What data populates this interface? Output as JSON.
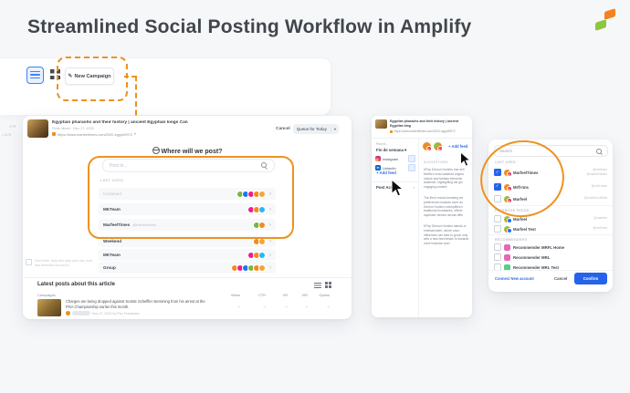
{
  "page": {
    "title": "Streamlined Social Posting Workflow in Amplify"
  },
  "colors": {
    "accent_orange": "#EE9120",
    "accent_blue": "#2563EB",
    "brand_orange": "#F58220",
    "brand_green": "#8DC63F",
    "title_gray": "#41464C"
  },
  "toolbar": {
    "new_campaign_label": "New Campaign"
  },
  "bg_fragment": {
    "ctr": "CTR",
    "value": "1.41%"
  },
  "composer": {
    "article": {
      "title": "Egyptian pharaohs and their history | ancient Egyptian kings Can",
      "byline": "Peter Miceli · Dec 17, 2023",
      "url": "https://www.marfeeltimes.com/2020-egypt/5972"
    },
    "cancel_label": "Cancel",
    "queue_label": "Queue for Today",
    "queue_caret": "▾",
    "heading": "Where will we post?",
    "search_placeholder": "Post in...",
    "section_last_used": "LAST USED",
    "rows": [
      {
        "label": "Unnamed"
      },
      {
        "label": "MKTeam"
      },
      {
        "label": "MarfeelTimes",
        "handle": "@marfeeltimes"
      },
      {
        "label": "Weekend"
      },
      {
        "label": "MKTeam"
      },
      {
        "label": "Group"
      }
    ],
    "skip_note": "Next time, skip this step and use your last selected accounts.",
    "latest": {
      "heading": "Latest posts about this article",
      "columns": [
        "Campaigns",
        "Views",
        "CTR",
        "VR",
        "IVR",
        "Opens"
      ],
      "post": {
        "text": "Charges are being dropped against Scottie Scheffler stemming from his arrest at the PGA Championship earlier this month.",
        "meta": "Nov 17, 2023 by Pep Fernandez",
        "values": [
          "–",
          "–",
          "–",
          "–",
          "–"
        ]
      }
    }
  },
  "editor": {
    "article": {
      "title": "Egyptian pharaohs and their history | ancient Egyptian king",
      "url": "https://www.marfeeltimes.com/2020-egypt/5972"
    },
    "sidebar": {
      "post_in_label": "Post in...",
      "campaign": "Fin de semana ▾",
      "feeds": [
        {
          "label": "Instagram"
        },
        {
          "label": "LinkedIn"
        }
      ],
      "add_feed": "+ Add feed",
      "post_activity": "Post Activity"
    },
    "content": {
      "add_feed": "+ Add feed",
      "suggestions_label": "SUGGESTIONS",
      "paragraphs": [
        "KPop Demon Hunters has defi Netflix's most-watched origina culture and fantasy elements audience, highlighting the glo engaging content.",
        "The film's record-breaking vie preferences towards more au Demon Hunters exemplifies h traditional boundaries, offerin captivate viewers across diffe",
        "KPop Demon Hunters stands of entertainment, where unco influences can lead to groun only sets a new benchmark fo towards more inclusive and i"
      ]
    }
  },
  "dialog": {
    "search_placeholder": "Search",
    "sections": [
      {
        "label": "LAST USED",
        "rows": [
          {
            "label": "MarfeelTimes",
            "handles": [
              "@mfltimes",
              "@marfeeltimes"
            ],
            "checked": true
          },
          {
            "label": "Mrfl-tms",
            "handles": [
              "@mrfl-tmss"
            ],
            "checked": true
          },
          {
            "label": "Marfeel",
            "handles": [
              "@marfeel official"
            ],
            "checked": false
          }
        ]
      },
      {
        "label": "FACEBOOK FEEDS",
        "rows": [
          {
            "label": "Marfeel",
            "handles": [
              "@marfeel"
            ],
            "checked": false
          },
          {
            "label": "Marfeel Test",
            "handles": [
              "@mrfl test"
            ],
            "checked": false
          }
        ]
      },
      {
        "label": "RECOMMENDERS",
        "rows": [
          {
            "label": "Recommender MRFL Home",
            "checked": false
          },
          {
            "label": "Recommender MRL",
            "checked": false
          },
          {
            "label": "Recommender MRL Test",
            "checked": false
          }
        ]
      }
    ],
    "connect_label": "Connect New account",
    "cancel_label": "Cancel",
    "confirm_label": "Confirm"
  }
}
